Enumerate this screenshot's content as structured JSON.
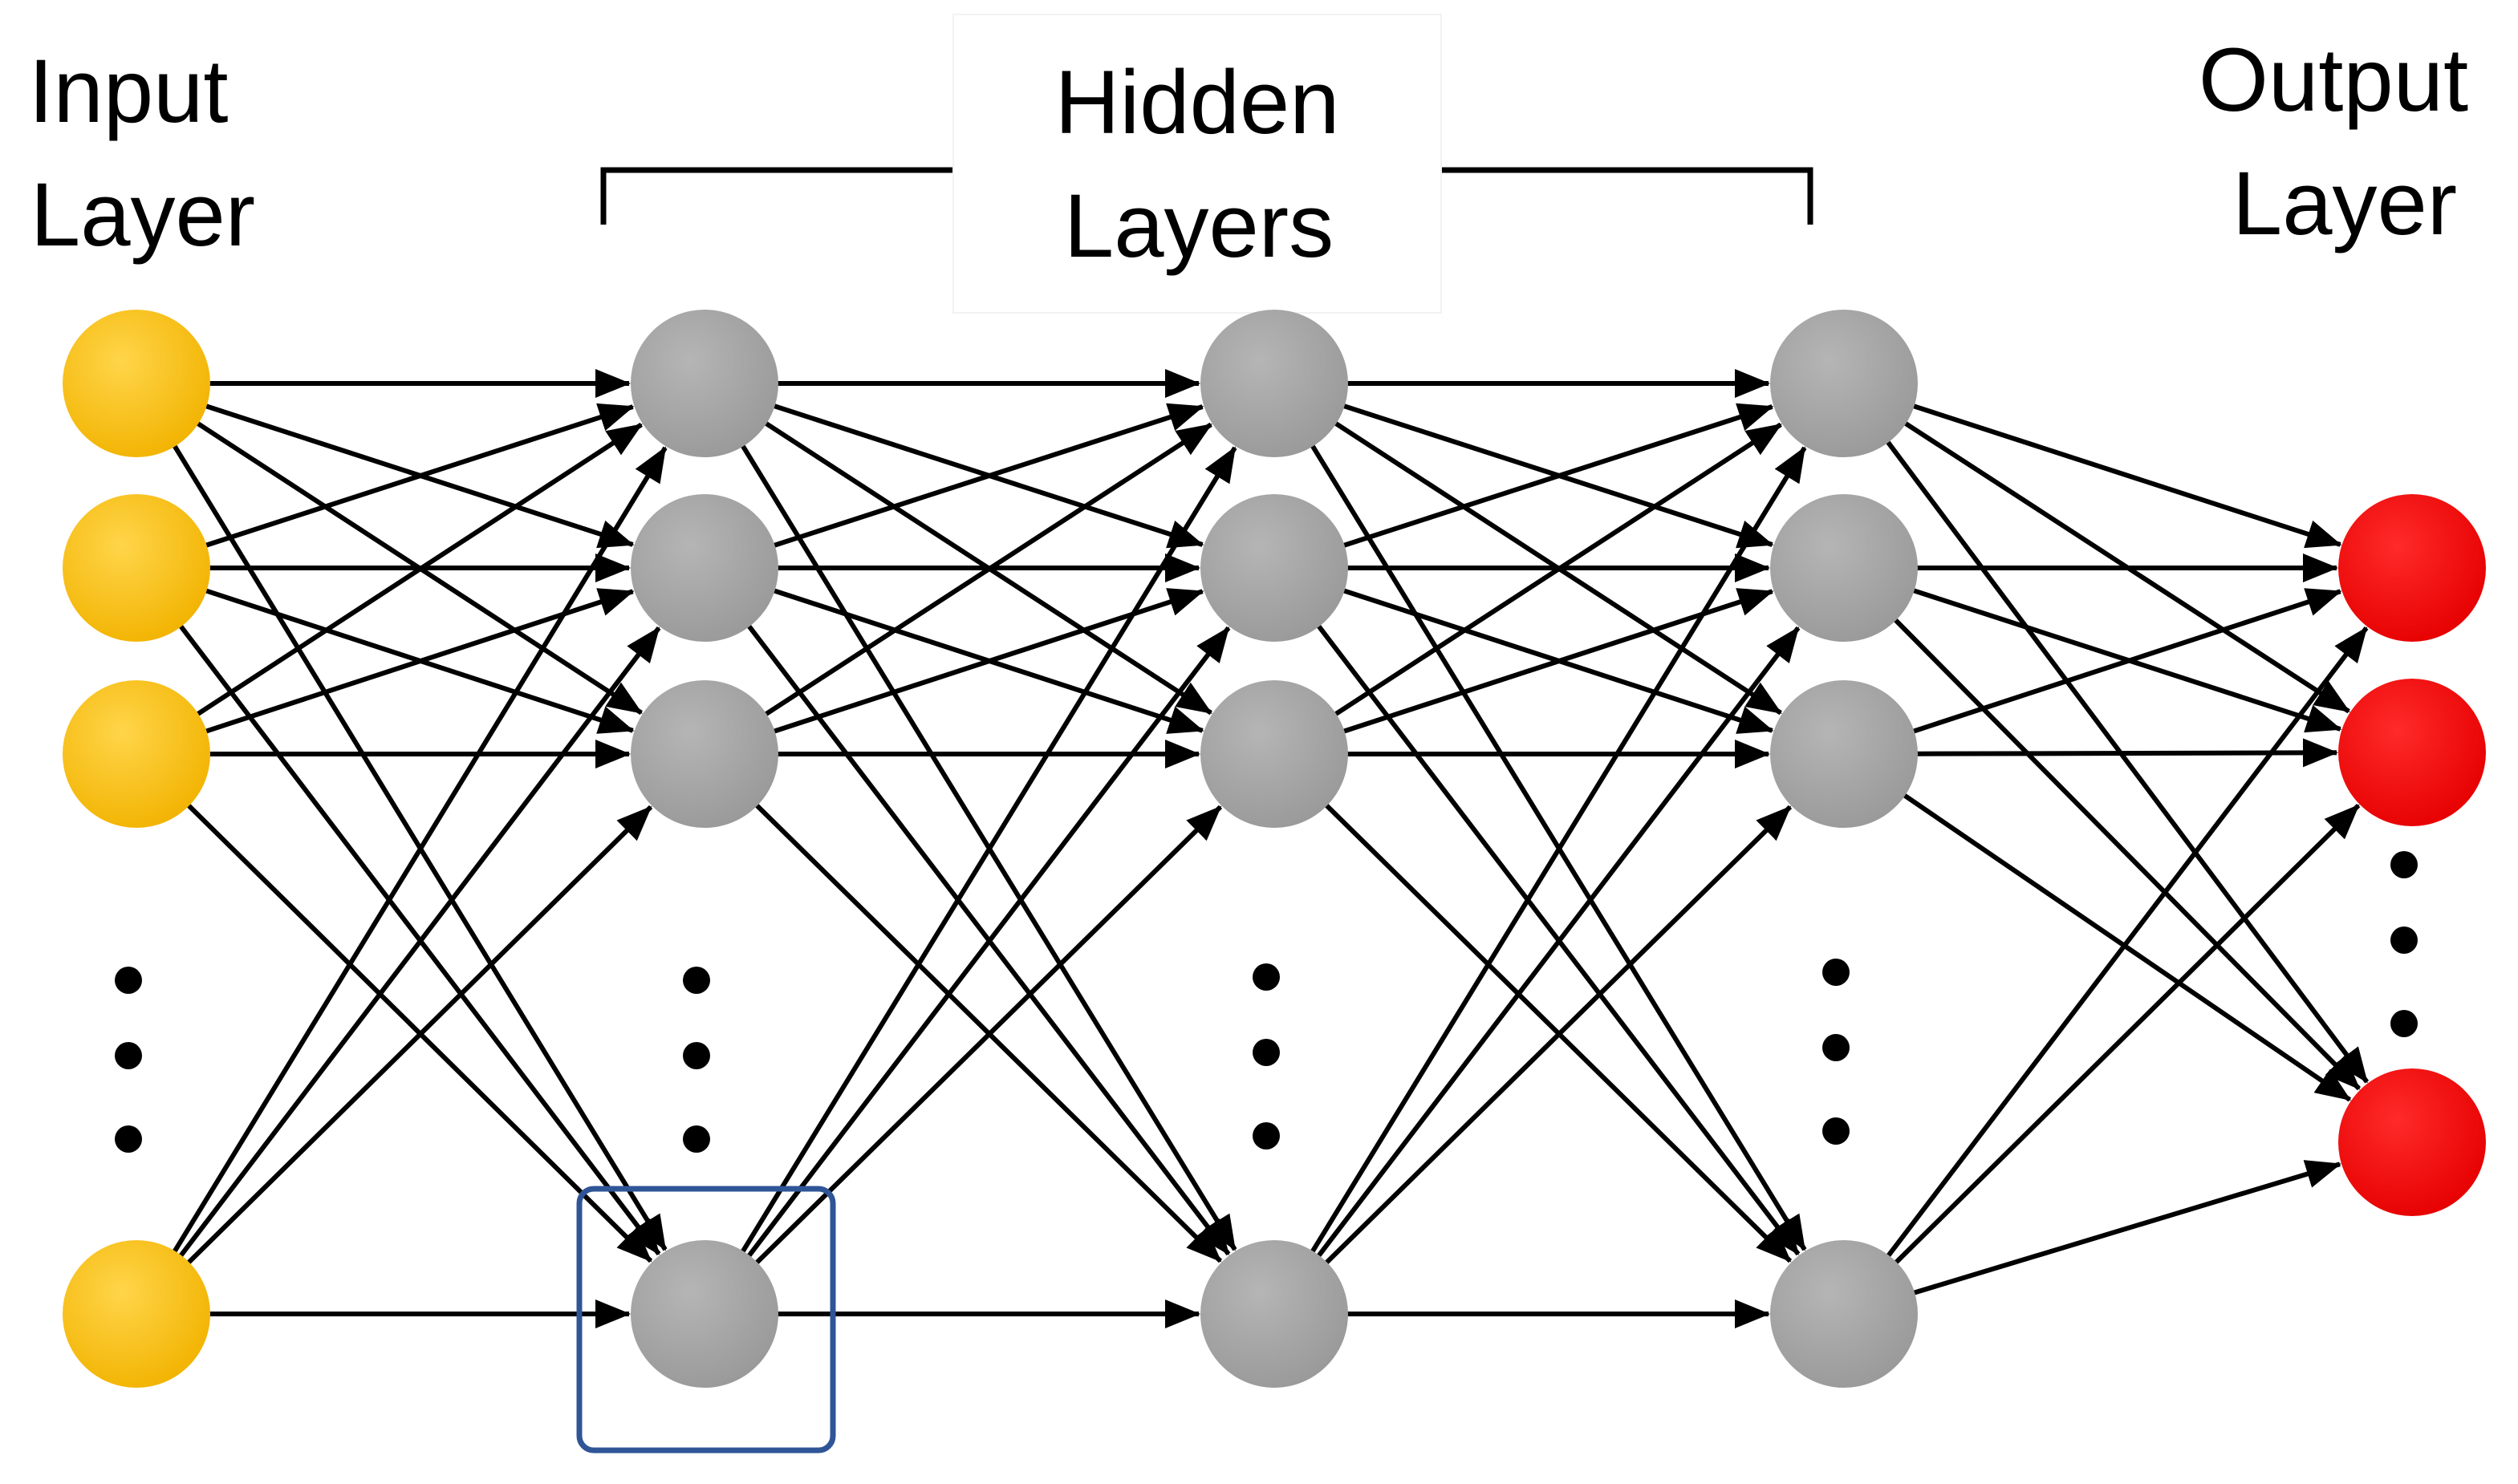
{
  "labels": {
    "input_line1": "Input",
    "input_line2": "Layer",
    "hidden_line1": "Hidden",
    "hidden_line2": "Layers",
    "output_line1": "Output",
    "output_line2": "Layer"
  },
  "layers": [
    {
      "role": "input",
      "visible_nodes": 4,
      "has_ellipsis": true,
      "color": "#FFC000"
    },
    {
      "role": "hidden",
      "visible_nodes": 4,
      "has_ellipsis": true,
      "color": "#A6A6A6"
    },
    {
      "role": "hidden",
      "visible_nodes": 4,
      "has_ellipsis": true,
      "color": "#A6A6A6"
    },
    {
      "role": "hidden",
      "visible_nodes": 4,
      "has_ellipsis": true,
      "color": "#A6A6A6"
    },
    {
      "role": "output",
      "visible_nodes": 3,
      "has_ellipsis": true,
      "color": "#FF0000"
    }
  ],
  "colors": {
    "input_node": "#FFC000",
    "hidden_node": "#A6A6A6",
    "output_node": "#FF0000",
    "edge": "#000000",
    "highlight_box": "#2F5597"
  },
  "highlight": {
    "layer": 1,
    "node": 3
  }
}
